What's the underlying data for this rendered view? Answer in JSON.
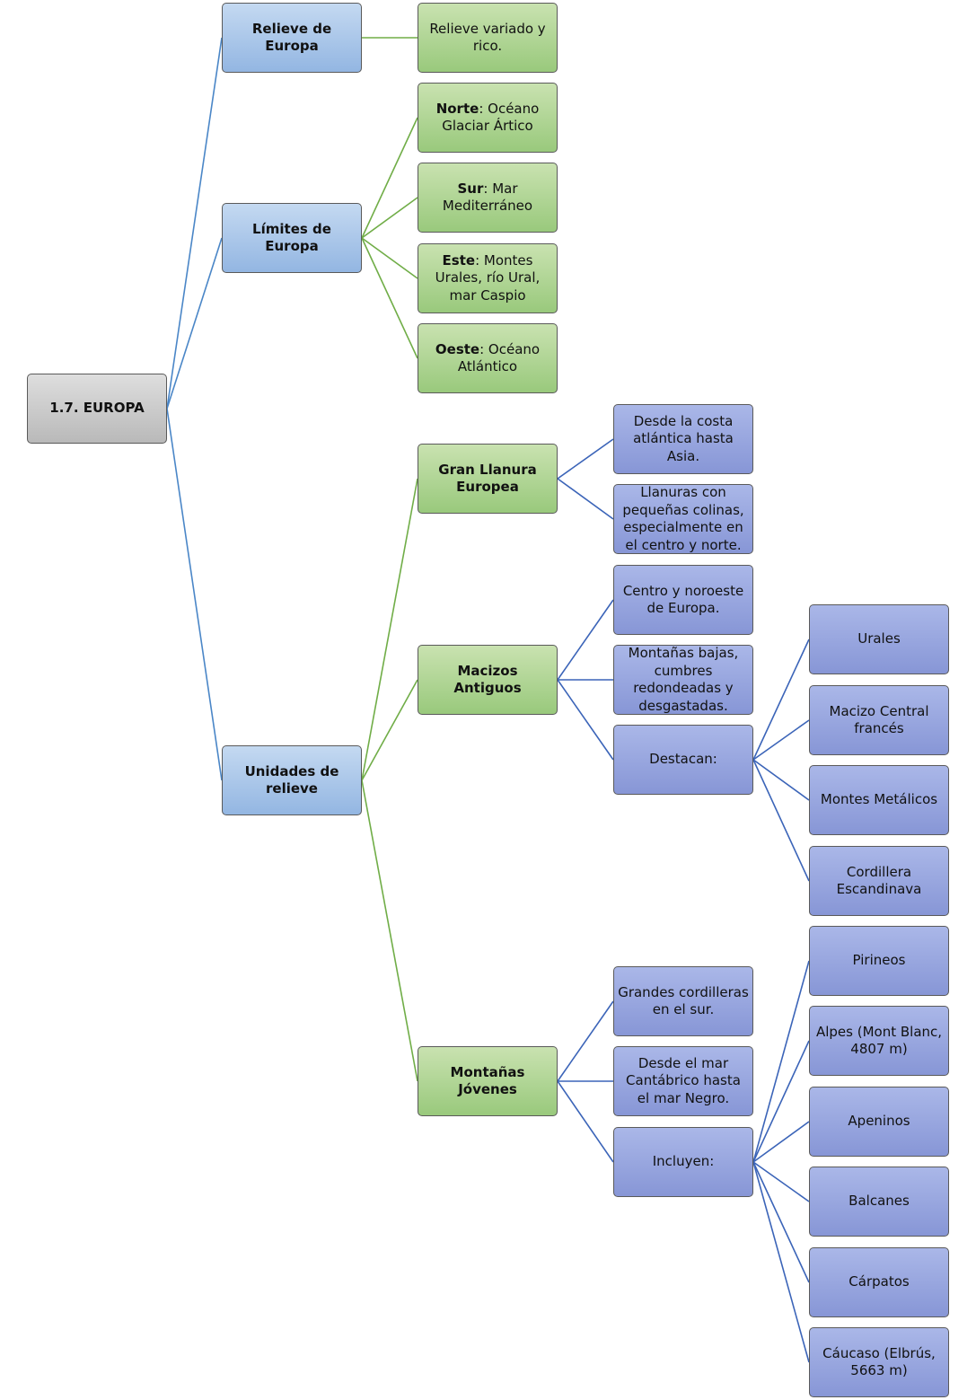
{
  "diagram": {
    "colors": {
      "root": "#c8c8c8",
      "level1": "#a9c4eb",
      "level2": "#add495",
      "level3": "#97a6df",
      "connector_blue": "#4a86c7",
      "connector_green": "#70ad47",
      "connector_navy": "#3b64b8"
    },
    "root": {
      "label": "1.7. EUROPA"
    },
    "relieve": {
      "label": "Relieve de Europa",
      "desc": "Relieve variado y rico."
    },
    "limites": {
      "label": "Límites de Europa",
      "norte": {
        "key": "Norte",
        "text": ": Océano Glaciar Ártico"
      },
      "sur": {
        "key": "Sur",
        "text": ": Mar Mediterráneo"
      },
      "este": {
        "key": "Este",
        "text": ": Montes Urales, río Ural, mar Caspio"
      },
      "oeste": {
        "key": "Oeste",
        "text": ": Océano Atlántico"
      }
    },
    "unidades": {
      "label": "Unidades de relieve",
      "llanura": {
        "label": "Gran Llanura Europea",
        "d1": "Desde la costa atlántica hasta Asia.",
        "d2": "Llanuras con pequeñas colinas, especialmente en el centro y norte."
      },
      "macizos": {
        "label": "Macizos Antiguos",
        "d1": "Centro y noroeste de Europa.",
        "d2": "Montañas bajas, cumbres redondeadas y desgastadas.",
        "d3": "Destacan:",
        "items": [
          "Urales",
          "Macizo Central francés",
          "Montes Metálicos",
          "Cordillera Escandinava"
        ]
      },
      "jovenes": {
        "label": "Montañas Jóvenes",
        "d1": "Grandes cordilleras en el sur.",
        "d2": "Desde el mar Cantábrico hasta el mar Negro.",
        "d3": "Incluyen:",
        "items": [
          "Pirineos",
          "Alpes (Mont Blanc, 4807 m)",
          "Apeninos",
          "Balcanes",
          "Cárpatos",
          "Cáucaso (Elbrús, 5663 m)"
        ]
      }
    }
  }
}
